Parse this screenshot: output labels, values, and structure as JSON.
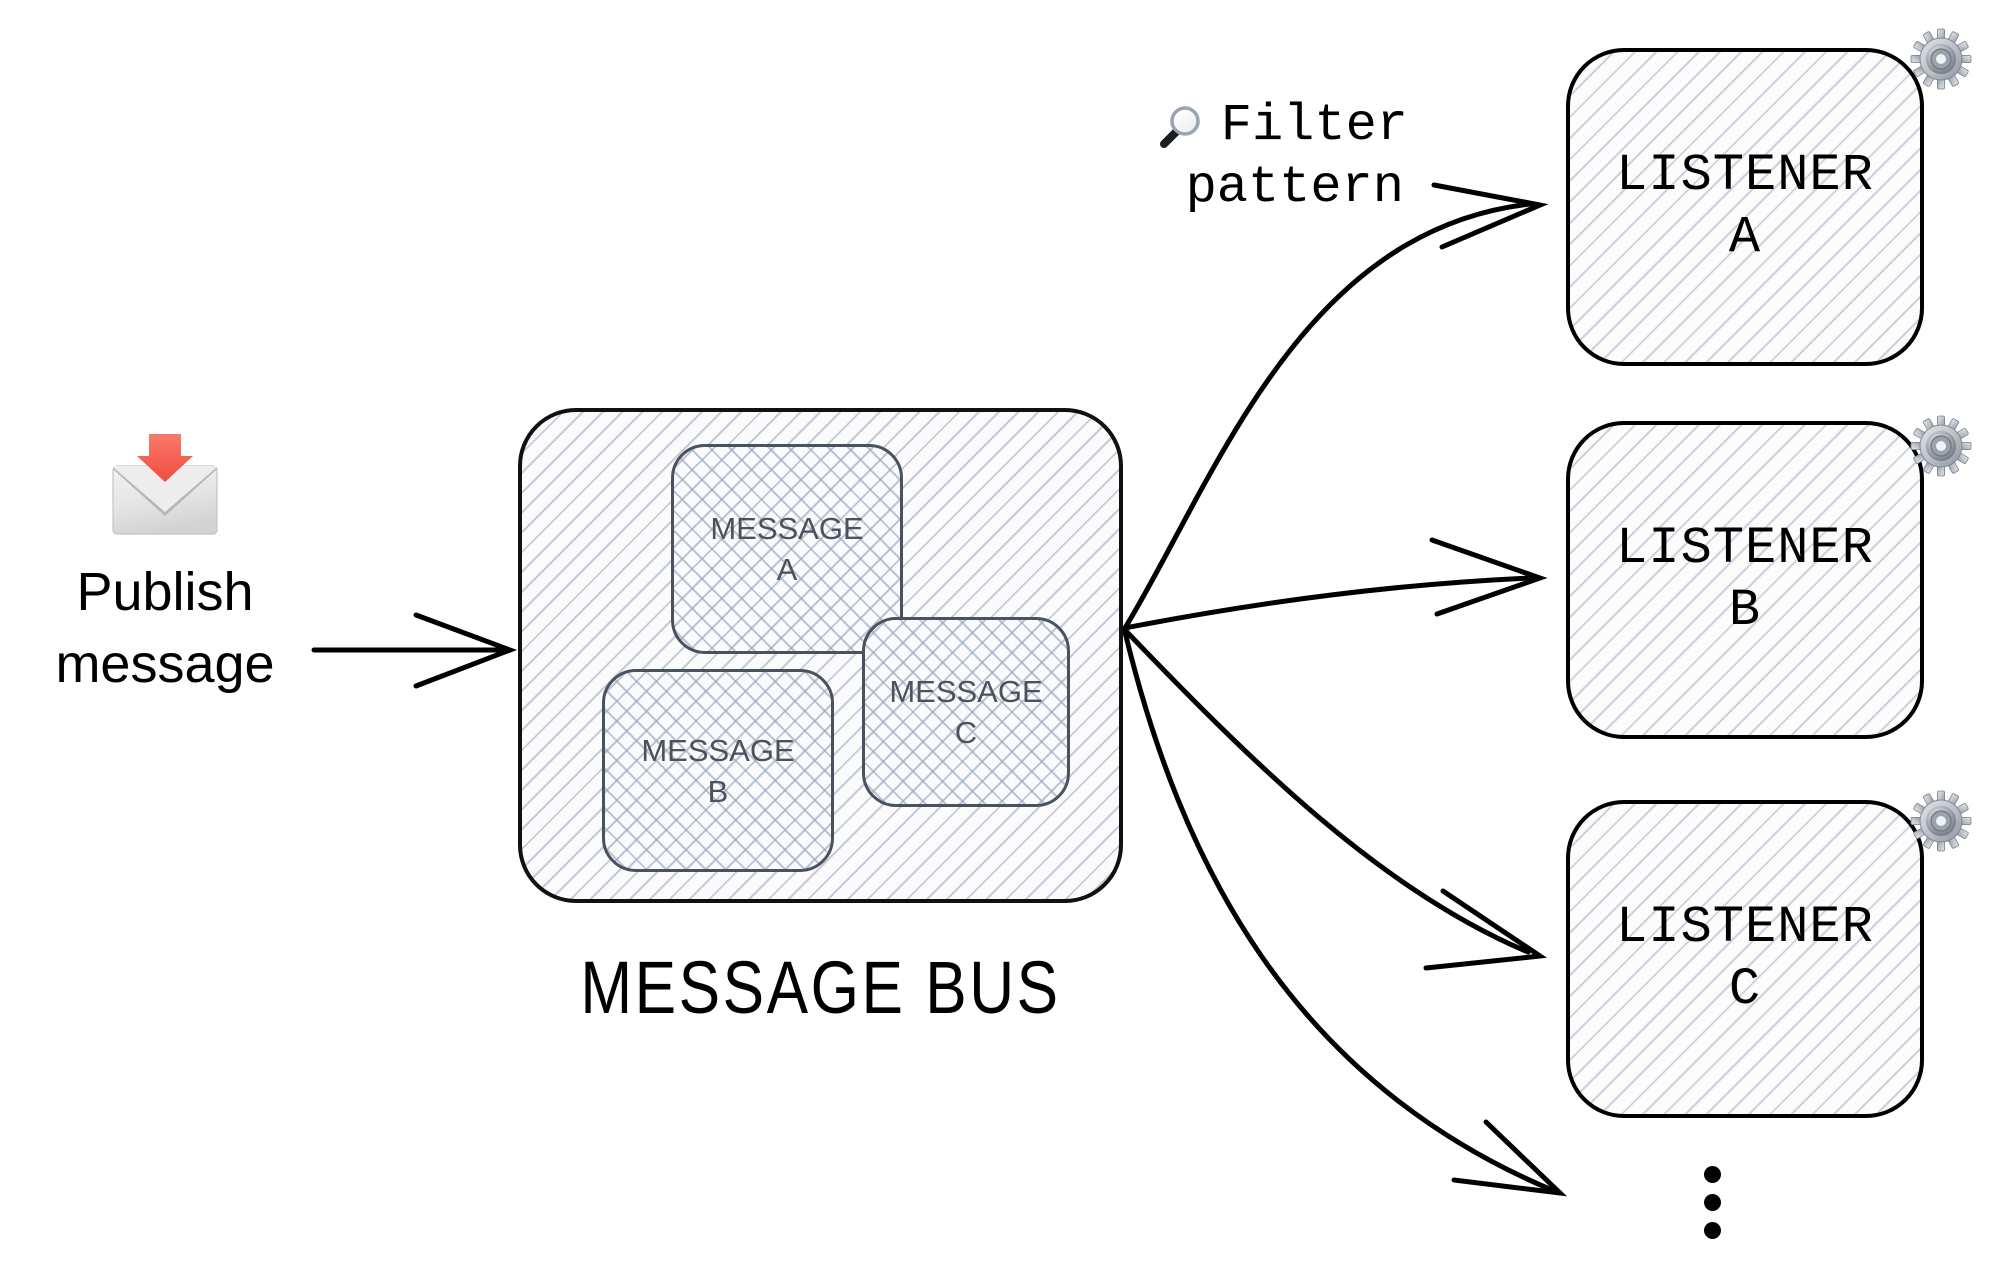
{
  "diagram": {
    "title": "Message bus publish/subscribe diagram",
    "background_color": "#ffffff"
  },
  "publish": {
    "icon": "envelope-with-down-arrow-icon",
    "label": "Publish\nmessage",
    "arrow_color": "#000000"
  },
  "message_bus": {
    "label": "MESSAGE BUS",
    "border_color": "#111111",
    "hatch_color": "#96a3bc",
    "messages": [
      {
        "label": "MESSAGE\nA",
        "name": "message-a"
      },
      {
        "label": "MESSAGE\nB",
        "name": "message-b"
      },
      {
        "label": "MESSAGE\nC",
        "name": "message-c"
      }
    ]
  },
  "filter": {
    "icon": "magnifying-glass-icon",
    "line1": "Filter",
    "line2": "pattern"
  },
  "listeners": [
    {
      "label": "LISTENER\nA",
      "icon": "gear-icon"
    },
    {
      "label": "LISTENER\nB",
      "icon": "gear-icon"
    },
    {
      "label": "LISTENER\nC",
      "icon": "gear-icon"
    }
  ],
  "more_indicator": "vertical-ellipsis",
  "colors": {
    "stroke": "#000000",
    "message_stroke": "#4a5260",
    "hatch": "#96a3bc",
    "envelope_arrow": "#f5675c",
    "gear": "#b9bfc7"
  }
}
